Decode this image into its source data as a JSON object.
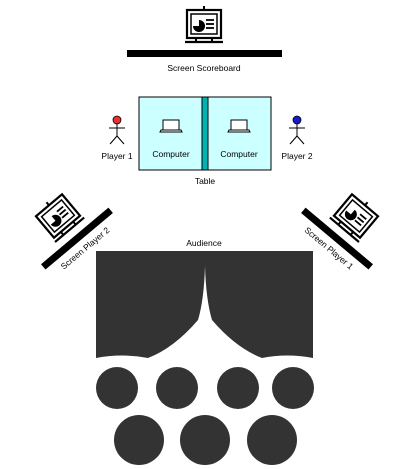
{
  "labels": {
    "screen_scoreboard": "Screen Scoreboard",
    "player1": "Player 1",
    "player2": "Player 2",
    "computer_left": "Computer",
    "computer_right": "Computer",
    "table": "Table",
    "screen_player2": "Screen Player 2",
    "screen_player1": "Screen Player 1",
    "audience": "Audience"
  },
  "colors": {
    "table_fill": "#ccffff",
    "table_divider": "#00b3b3",
    "player1_head": "#e53333",
    "player2_head": "#1a1acc",
    "audience_fill": "#333333",
    "screen_bar": "#000000"
  },
  "icons": {
    "presentation": "presentation-board-icon",
    "laptop": "laptop-icon",
    "person": "stick-figure-icon"
  }
}
